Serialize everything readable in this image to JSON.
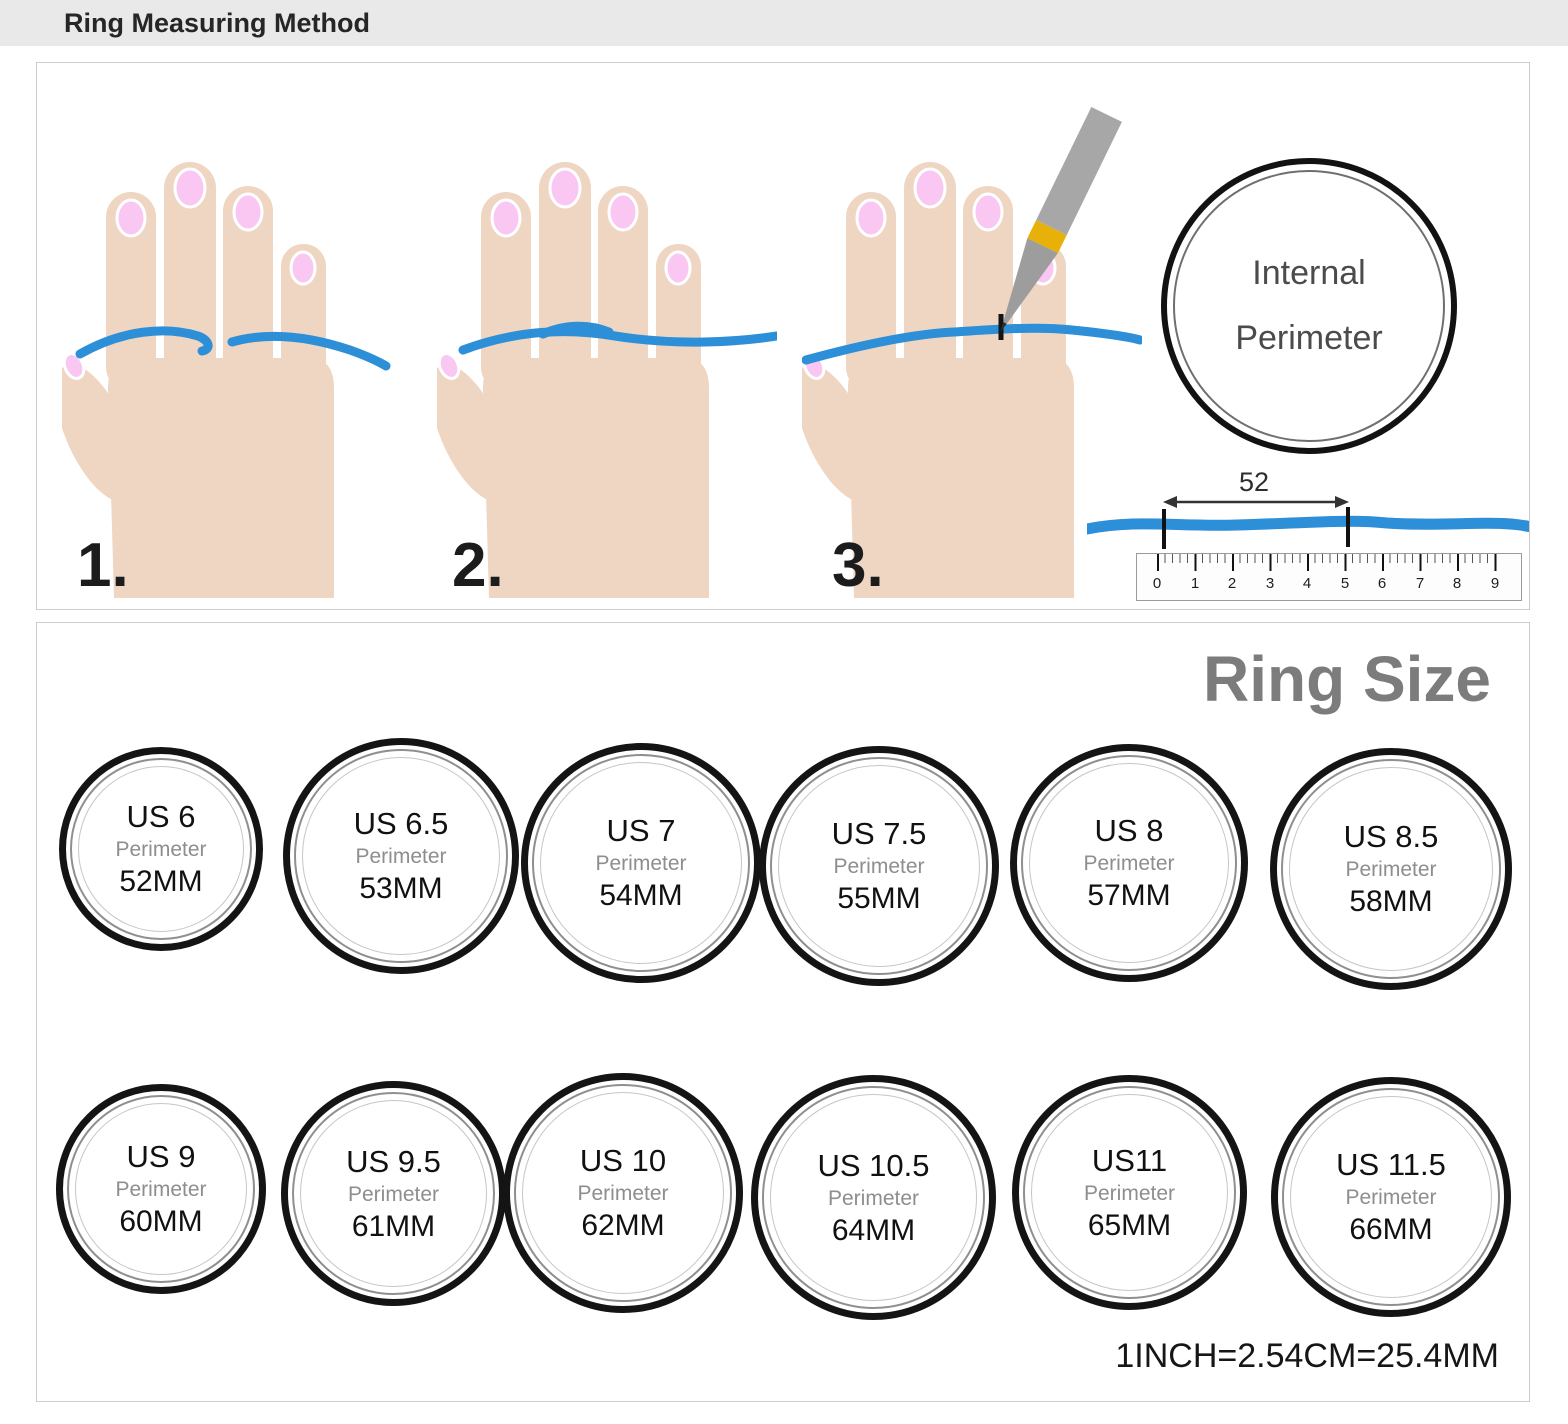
{
  "header": {
    "title": "Ring Measuring Method"
  },
  "measuring": {
    "steps": [
      {
        "label": "1."
      },
      {
        "label": "2."
      },
      {
        "label": "3."
      }
    ],
    "internal_perimeter": {
      "line1": "Internal",
      "line2": "Perimeter"
    },
    "ruler": {
      "measure_label": "52",
      "numbers": [
        "0",
        "1",
        "2",
        "3",
        "4",
        "5",
        "6",
        "7",
        "8",
        "9"
      ]
    }
  },
  "ring_size": {
    "title": "Ring Size",
    "items": [
      {
        "us": "US 6",
        "perimeter_label": "Perimeter",
        "value": "52MM"
      },
      {
        "us": "US 6.5",
        "perimeter_label": "Perimeter",
        "value": "53MM"
      },
      {
        "us": "US 7",
        "perimeter_label": "Perimeter",
        "value": "54MM"
      },
      {
        "us": "US 7.5",
        "perimeter_label": "Perimeter",
        "value": "55MM"
      },
      {
        "us": "US 8",
        "perimeter_label": "Perimeter",
        "value": "57MM"
      },
      {
        "us": "US 8.5",
        "perimeter_label": "Perimeter",
        "value": "58MM"
      },
      {
        "us": "US 9",
        "perimeter_label": "Perimeter",
        "value": "60MM"
      },
      {
        "us": "US 9.5",
        "perimeter_label": "Perimeter",
        "value": "61MM"
      },
      {
        "us": "US 10",
        "perimeter_label": "Perimeter",
        "value": "62MM"
      },
      {
        "us": "US 10.5",
        "perimeter_label": "Perimeter",
        "value": "64MM"
      },
      {
        "us": "US11",
        "perimeter_label": "Perimeter",
        "value": "65MM"
      },
      {
        "us": "US 11.5",
        "perimeter_label": "Perimeter",
        "value": "66MM"
      }
    ],
    "conversion_note": "1INCH=2.54CM=25.4MM"
  },
  "colors": {
    "string_blue": "#2d8fd8",
    "skin": "#eed6c2",
    "nail_pink": "#f9c7f2",
    "ring_outline": "#141414",
    "muted_gray": "#8e8e8e"
  }
}
